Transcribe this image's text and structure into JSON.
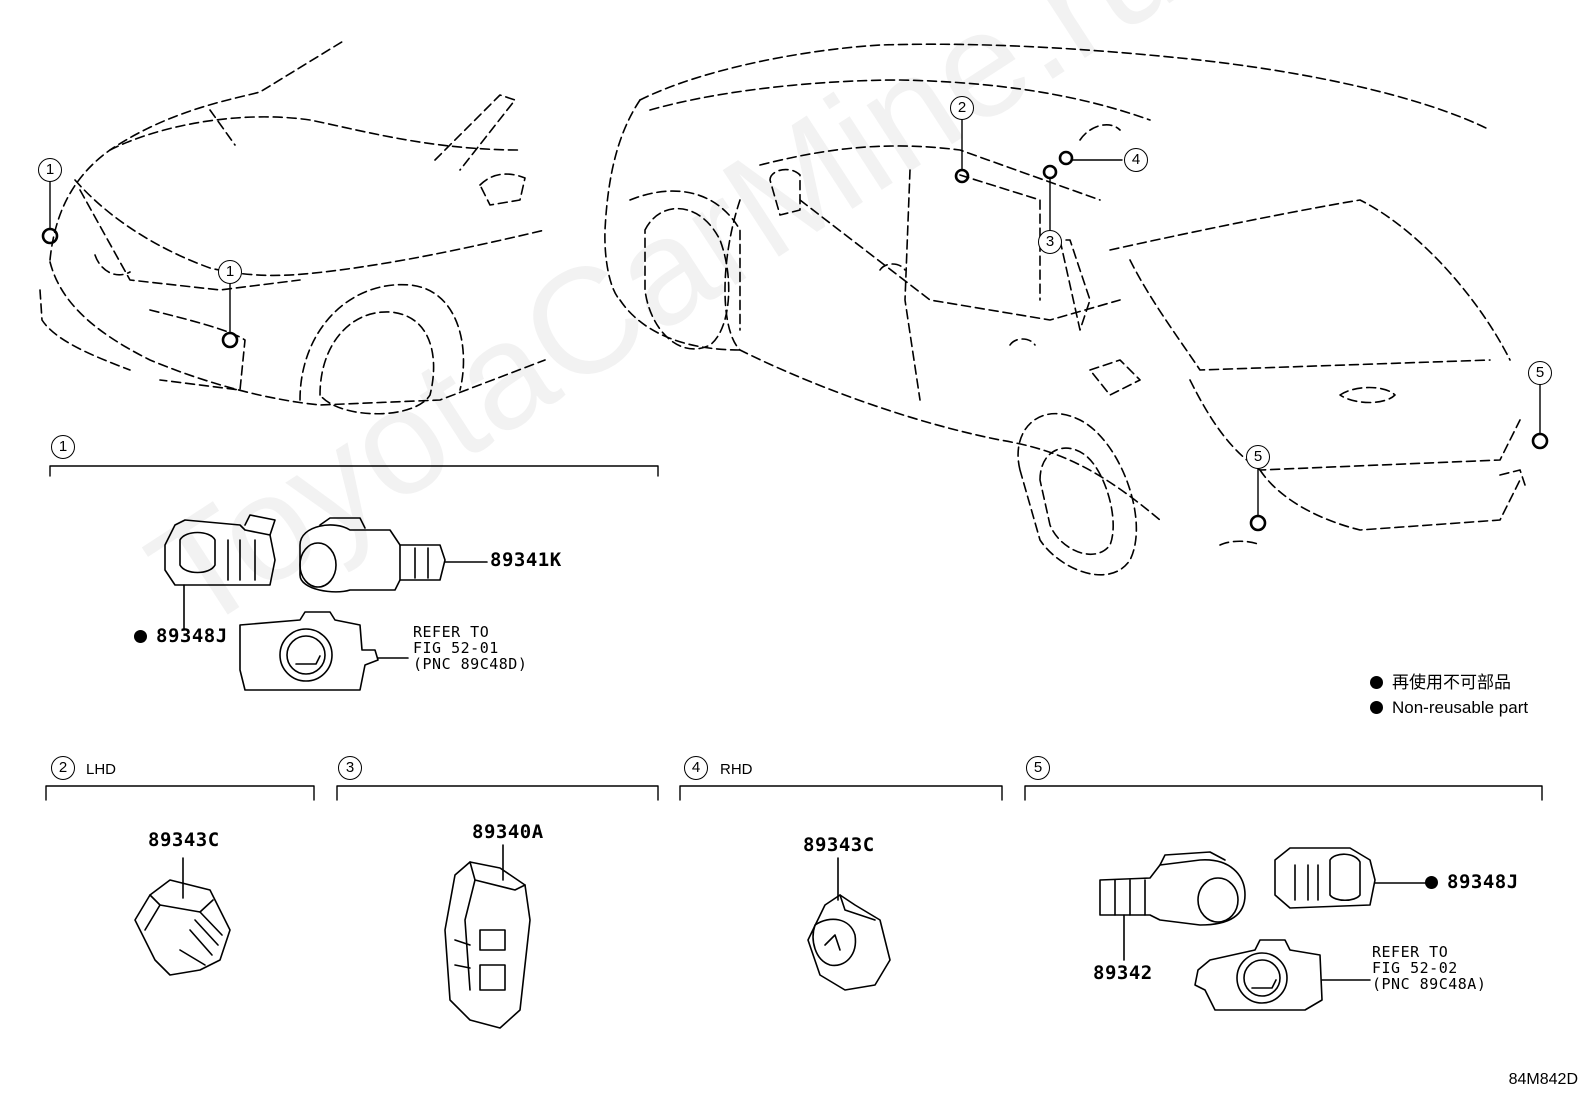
{
  "watermark": "ToyotaCarMine.ru",
  "diagram_code": "84M842D",
  "callout_numbers": [
    "1",
    "2",
    "3",
    "4",
    "5"
  ],
  "sections": [
    {
      "num": "1",
      "suffix": ""
    },
    {
      "num": "2",
      "suffix": "LHD"
    },
    {
      "num": "3",
      "suffix": ""
    },
    {
      "num": "4",
      "suffix": "RHD"
    },
    {
      "num": "5",
      "suffix": ""
    }
  ],
  "parts": {
    "p89341K": "89341K",
    "p89348J_a": "89348J",
    "refer_a": "REFER TO\nFIG 52-01\n(PNC 89C48D)",
    "p89343C_lhd": "89343C",
    "p89340A": "89340A",
    "p89343C_rhd": "89343C",
    "p89342": "89342",
    "p89348J_b": "89348J",
    "refer_b": "REFER TO\nFIG 52-02\n(PNC 89C48A)"
  },
  "legend": {
    "line1": "再使用不可部品",
    "line2": "Non-reusable part"
  }
}
